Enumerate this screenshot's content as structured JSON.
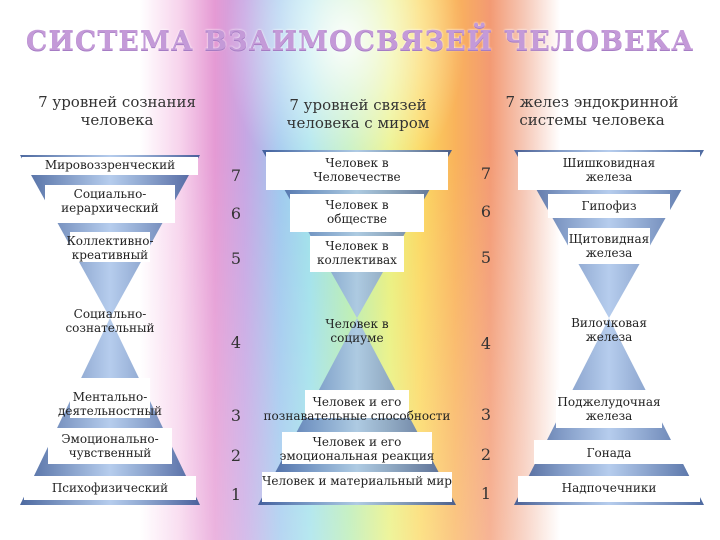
{
  "title": "СИСТЕМА ВЗАИМОСВЯЗЕЙ ЧЕЛОВЕКА",
  "headers": {
    "consciousness": [
      "7 уровней сознания",
      "человека"
    ],
    "connections": [
      "7 уровней связей",
      "человека с миром"
    ],
    "glands": [
      "7 желез эндокринной",
      "системы человека"
    ]
  },
  "consciousness_levels": [
    {
      "lines": [
        "Мировоззренческий"
      ]
    },
    {
      "lines": [
        "Социально-",
        "иерархический"
      ]
    },
    {
      "lines": [
        "Коллективно-",
        "креативный"
      ]
    },
    {
      "lines": [
        "Социально-",
        "сознательный"
      ]
    },
    {
      "lines": [
        "Ментально-",
        "деятельностный"
      ]
    },
    {
      "lines": [
        "Эмоционально-",
        "чувственный"
      ]
    },
    {
      "lines": [
        "Психофизический"
      ]
    }
  ],
  "numbers_left": [
    "7",
    "6",
    "5",
    "4",
    "3",
    "2",
    "1"
  ],
  "connection_levels": [
    {
      "lines": [
        "Человек в",
        "Человечестве"
      ]
    },
    {
      "lines": [
        "Человек в",
        "обществе"
      ]
    },
    {
      "lines": [
        "Человек в",
        "коллективах"
      ]
    },
    {
      "lines": [
        "Человек в",
        "социуме"
      ]
    },
    {
      "lines": [
        "Человек и его",
        "познавательные способности"
      ]
    },
    {
      "lines": [
        "Человек и его",
        "эмоциональная реакция"
      ]
    },
    {
      "lines": [
        "Человек и материальный мир"
      ]
    }
  ],
  "numbers_right": [
    "7",
    "6",
    "5",
    "4",
    "3",
    "2",
    "1"
  ],
  "gland_levels": [
    {
      "lines": [
        "Шишковидная",
        "железа"
      ]
    },
    {
      "lines": [
        "Гипофиз"
      ]
    },
    {
      "lines": [
        "Щитовидная",
        "железа"
      ]
    },
    {
      "lines": [
        "Вилочковая",
        "железа"
      ]
    },
    {
      "lines": [
        "Поджелудочная",
        "железа"
      ]
    },
    {
      "lines": [
        "Гонада"
      ]
    },
    {
      "lines": [
        "Надпочечники"
      ]
    }
  ]
}
